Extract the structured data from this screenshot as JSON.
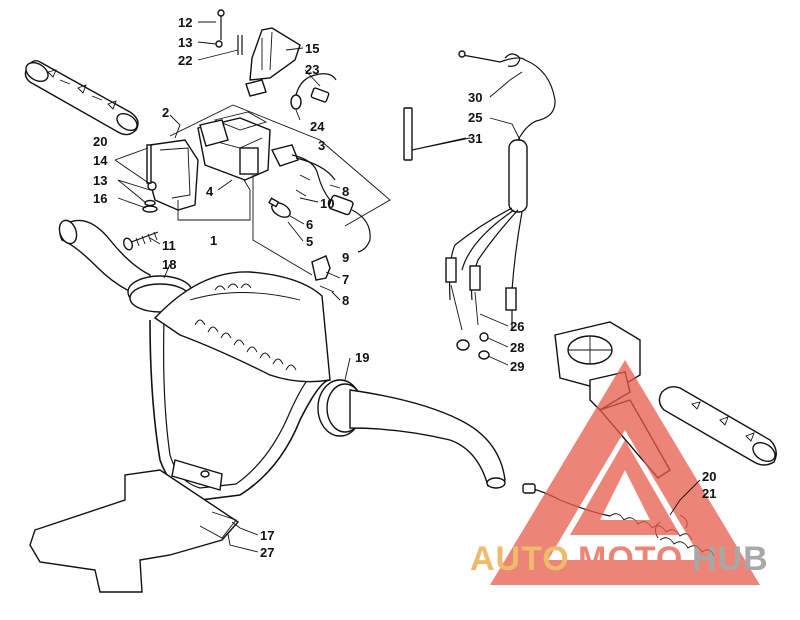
{
  "diagram": {
    "callouts": [
      {
        "id": "c12",
        "text": "12"
      },
      {
        "id": "c13a",
        "text": "13"
      },
      {
        "id": "c22",
        "text": "22"
      },
      {
        "id": "c15",
        "text": "15"
      },
      {
        "id": "c23",
        "text": "23"
      },
      {
        "id": "c24",
        "text": "24"
      },
      {
        "id": "c2",
        "text": "2"
      },
      {
        "id": "c3",
        "text": "3"
      },
      {
        "id": "c20a",
        "text": "20"
      },
      {
        "id": "c14",
        "text": "14"
      },
      {
        "id": "c13b",
        "text": "13"
      },
      {
        "id": "c16",
        "text": "16"
      },
      {
        "id": "c4",
        "text": "4"
      },
      {
        "id": "c8a",
        "text": "8"
      },
      {
        "id": "c10",
        "text": "10"
      },
      {
        "id": "c6",
        "text": "6"
      },
      {
        "id": "c5",
        "text": "5"
      },
      {
        "id": "c1",
        "text": "1"
      },
      {
        "id": "c9",
        "text": "9"
      },
      {
        "id": "c11",
        "text": "11"
      },
      {
        "id": "c18",
        "text": "18"
      },
      {
        "id": "c7",
        "text": "7"
      },
      {
        "id": "c8b",
        "text": "8"
      },
      {
        "id": "c30",
        "text": "30"
      },
      {
        "id": "c25",
        "text": "25"
      },
      {
        "id": "c31",
        "text": "31"
      },
      {
        "id": "c26",
        "text": "26"
      },
      {
        "id": "c28",
        "text": "28"
      },
      {
        "id": "c29",
        "text": "29"
      },
      {
        "id": "c19",
        "text": "19"
      },
      {
        "id": "c20b",
        "text": "20"
      },
      {
        "id": "c21",
        "text": "21"
      },
      {
        "id": "c17",
        "text": "17"
      },
      {
        "id": "c27",
        "text": "27"
      }
    ]
  },
  "watermark": {
    "part1": "AUTO",
    "part2": "MOTO",
    "part3": "HUB",
    "colors": {
      "part1": "#e9a33a",
      "part2": "#e85b4c",
      "part3": "#8c8c8c",
      "triangle": "#e85b4c"
    }
  }
}
